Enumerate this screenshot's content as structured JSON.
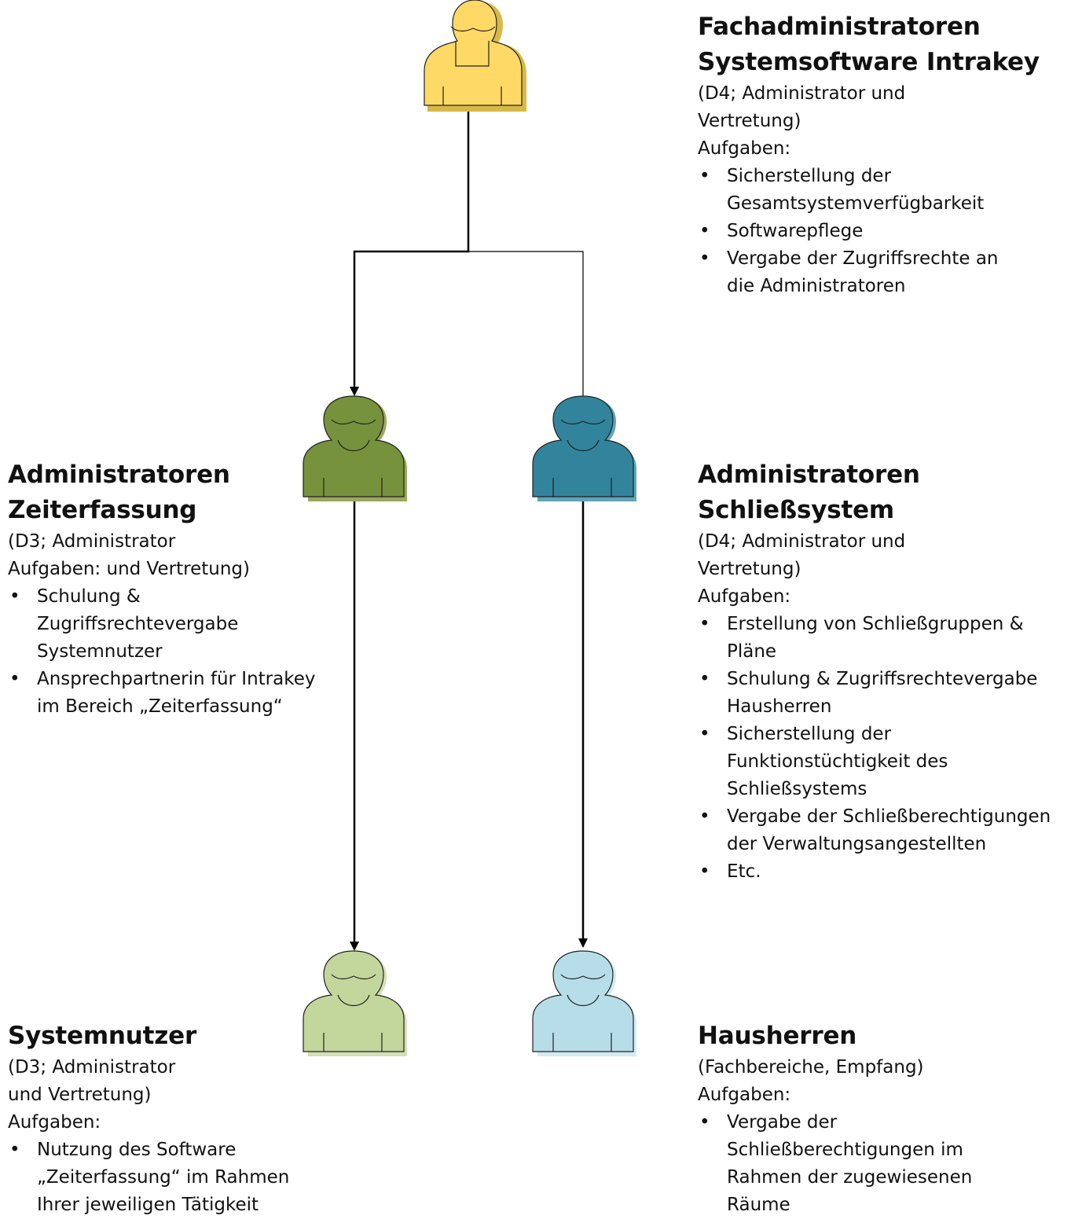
{
  "nodes": {
    "top": {
      "title": [
        "Fachadministratoren",
        "Systemsoftware Intrakey"
      ],
      "meta": [
        "(D4; Administrator und",
        "Vertretung)",
        "Aufgaben:"
      ],
      "tasks": [
        [
          "Sicherstellung der",
          "Gesamtsystemverfügbarkeit"
        ],
        [
          "Softwarepflege"
        ],
        [
          "Vergabe der Zugriffsrechte an",
          "die Administratoren"
        ]
      ],
      "color": "#ffd966"
    },
    "zeit": {
      "title": [
        "Administratoren",
        "Zeiterfassung"
      ],
      "meta": [
        "(D3; Administrator",
        "Aufgaben: und Vertretung)"
      ],
      "tasks": [
        [
          "Schulung &",
          "Zugriffsrechtevergabe",
          "Systemnutzer"
        ],
        [
          "Ansprechpartnerin für Intrakey",
          "im Bereich „Zeiterfassung“"
        ]
      ],
      "color": "#76923c"
    },
    "schliess": {
      "title": [
        "Administratoren",
        "Schließsystem"
      ],
      "meta": [
        "(D4; Administrator und",
        "Vertretung)",
        "Aufgaben:"
      ],
      "tasks": [
        [
          "Erstellung von Schließgruppen &",
          "Pläne"
        ],
        [
          "Schulung & Zugriffsrechtevergabe",
          "Hausherren"
        ],
        [
          "Sicherstellung der",
          "Funktionstüchtigkeit des",
          "Schließsystems"
        ],
        [
          "Vergabe der Schließberechtigungen",
          "der Verwaltungsangestellten"
        ],
        [
          "Etc."
        ]
      ],
      "color": "#31849b"
    },
    "nutzer": {
      "title": [
        "Systemnutzer"
      ],
      "meta": [
        "(D3; Administrator",
        "und Vertretung)",
        "Aufgaben:"
      ],
      "tasks": [
        [
          "Nutzung des Software",
          "„Zeiterfassung“ im Rahmen",
          "Ihrer jeweiligen Tätigkeit"
        ]
      ],
      "color": "#c3d69b"
    },
    "haus": {
      "title": [
        "Hausherren"
      ],
      "meta": [
        "(Fachbereiche, Empfang)",
        "Aufgaben:"
      ],
      "tasks": [
        [
          "Vergabe der",
          "Schließberechtigungen im",
          "Rahmen der zugewiesenen",
          "Räume"
        ]
      ],
      "color": "#b7dde8"
    }
  }
}
